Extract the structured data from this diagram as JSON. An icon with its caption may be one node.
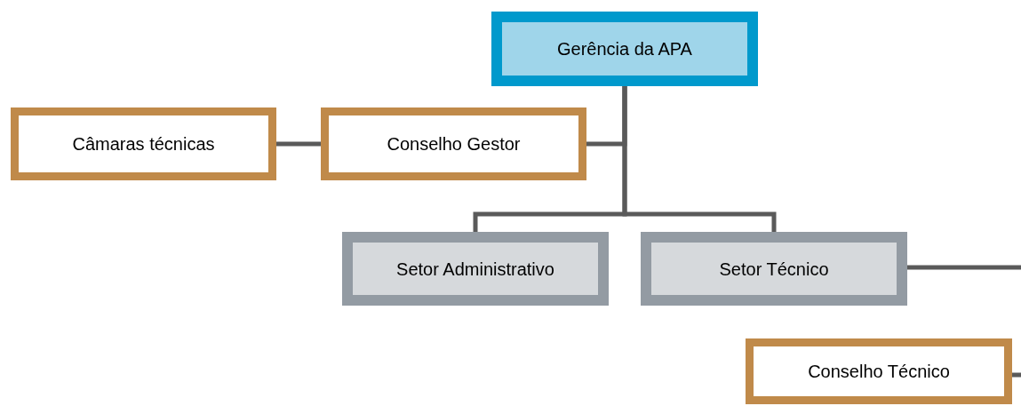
{
  "diagram": {
    "nodes": [
      {
        "text": [
          "Gerência da APA"
        ]
      },
      {
        "text": [
          "Câmaras técnicas"
        ]
      },
      {
        "text": [
          "Conselho Gestor"
        ]
      },
      {
        "text": [
          "Setor Administrativo"
        ]
      },
      {
        "text": [
          "Setor Técnico"
        ]
      },
      {
        "text": [
          "Conselho Técnico"
        ]
      }
    ],
    "edges": [
      {
        "from": 0,
        "to": 2,
        "arrow": "none"
      },
      {
        "from": 2,
        "to": 1,
        "arrow": "none"
      },
      {
        "from": 0,
        "to": 3,
        "arrow": "none"
      },
      {
        "from": 0,
        "to": 4,
        "arrow": "none"
      },
      {
        "from": 4,
        "to": null,
        "arrow": "none"
      },
      {
        "from": 5,
        "to": null,
        "arrow": "none"
      }
    ]
  }
}
